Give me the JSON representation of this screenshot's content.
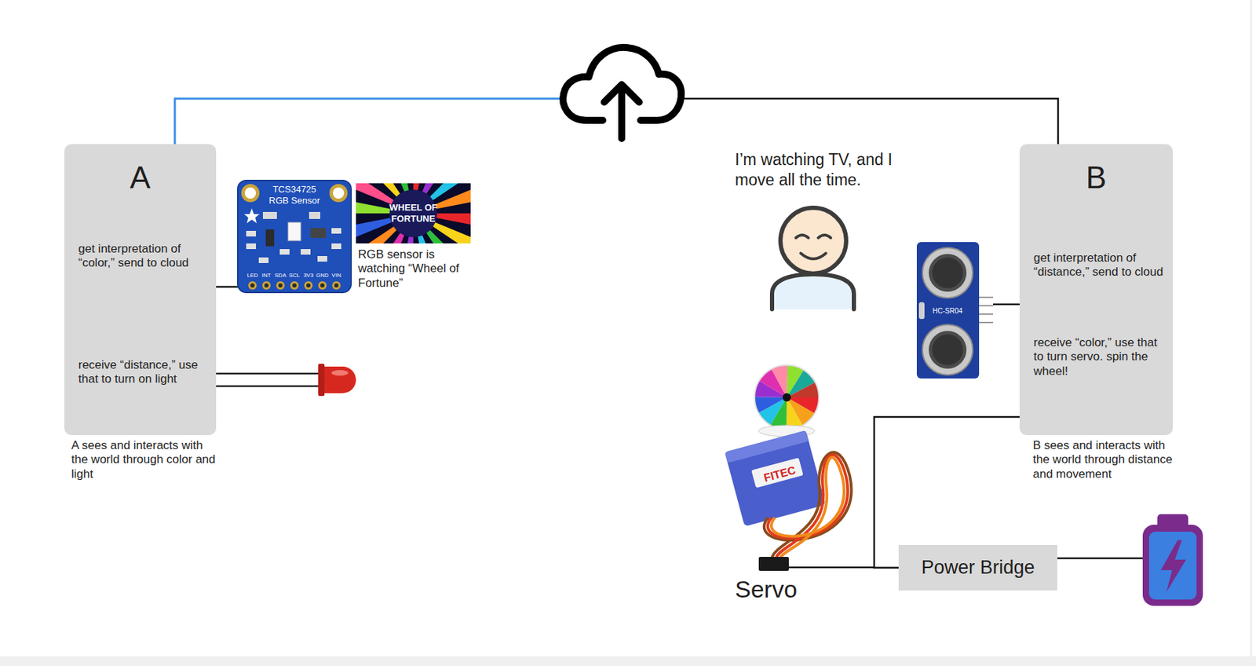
{
  "diagram": {
    "nodes": [
      {
        "text": [
          "A",
          "get interpretation of “color,” send to cloud",
          "receive “distance,” use that to turn on light",
          "A sees and interacts with the world through color and light"
        ]
      },
      {
        "text": [
          "B",
          "get interpretation of “distance,” send to cloud",
          "receive “color,” use that to turn servo. spin the wheel!",
          "B sees and interacts with the world through distance and movement"
        ]
      },
      {
        "text": [
          "Power Bridge"
        ]
      }
    ],
    "edges": [
      {
        "from": 1,
        "to": 2,
        "arrow": "none"
      }
    ],
    "labels": [
      "I’m watching TV, and I move all the time.",
      "RGB sensor is watching “Wheel of Fortune”",
      "Servo",
      "TCS34725",
      "RGB Sensor",
      "LED",
      "INT",
      "SDA",
      "SCL",
      "3V3",
      "GND",
      "VIN",
      "WHEEL OF FORTUNE",
      "HC-SR04",
      "FITEC"
    ]
  }
}
